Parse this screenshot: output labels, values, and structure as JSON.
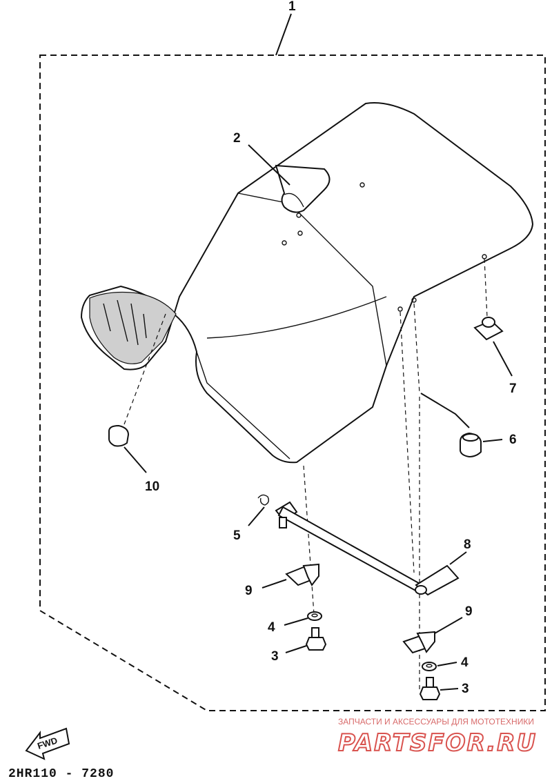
{
  "callouts": {
    "c1": "1",
    "c2": "2",
    "c3a": "3",
    "c3b": "3",
    "c4a": "4",
    "c4b": "4",
    "c5": "5",
    "c6": "6",
    "c7": "7",
    "c8": "8",
    "c9a": "9",
    "c9b": "9",
    "c10": "10"
  },
  "footer": {
    "diagram_code": "2HR110 - 7280",
    "fwd_label": "FWD"
  },
  "watermark": {
    "tagline": "ЗАПЧАСТИ И АКСЕССУАРЫ ДЛЯ МОТОТЕХНИКИ",
    "brand": "PARTSFOR.RU",
    "color": "#d9534f"
  },
  "icons": {
    "fwd_arrow": "fwd-arrow-icon"
  }
}
